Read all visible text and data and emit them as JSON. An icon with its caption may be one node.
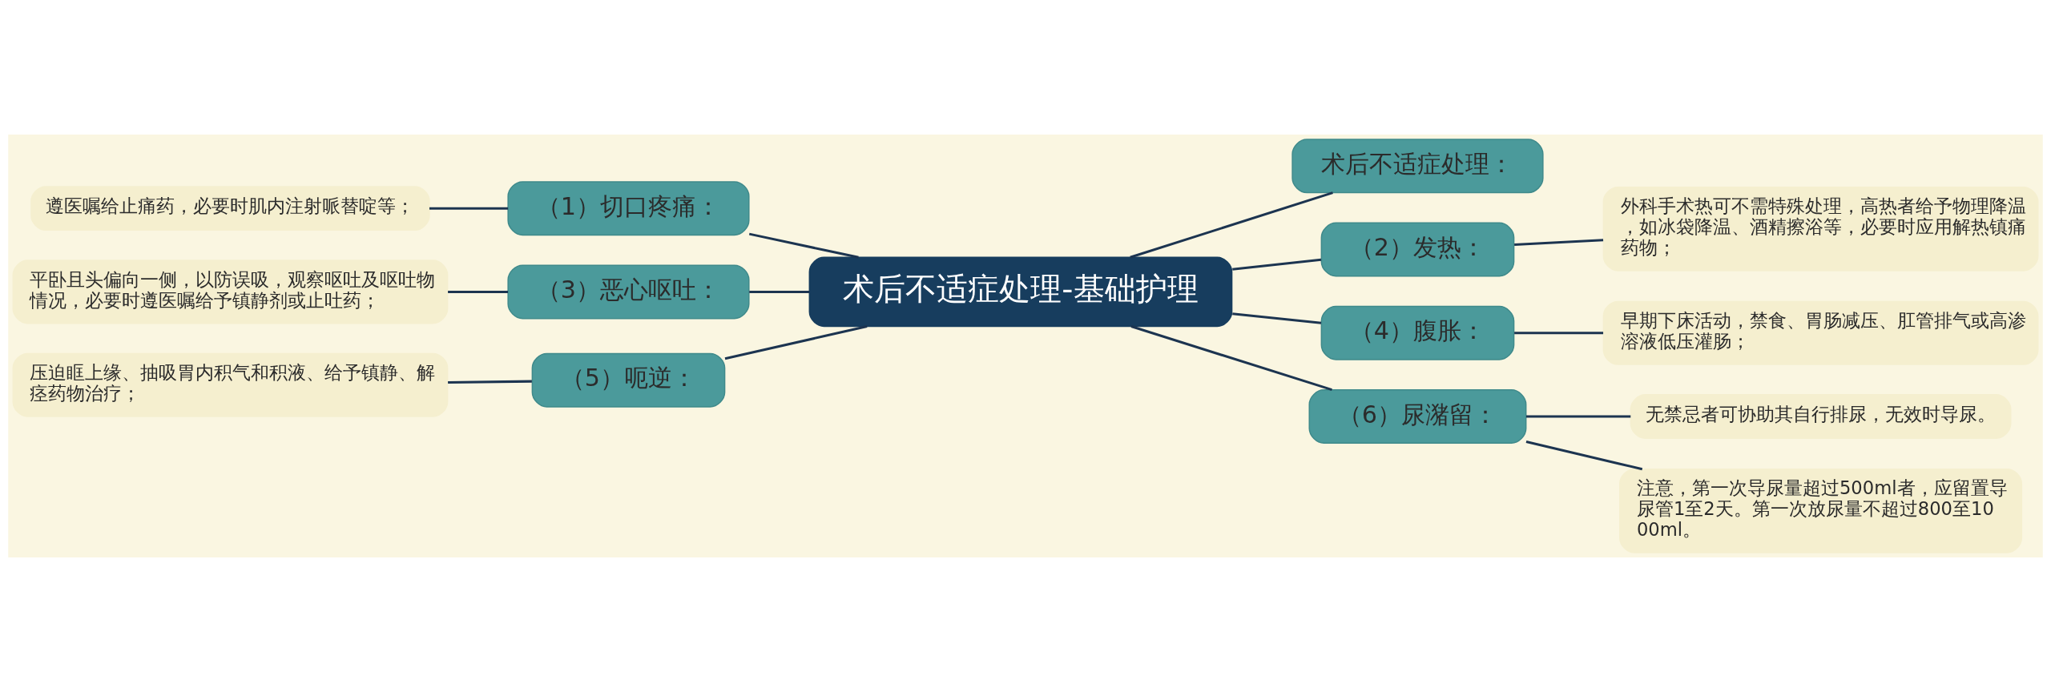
{
  "diagram": {
    "nodes": [
      {
        "text": [
          "术后不适症处理-基础护理"
        ]
      },
      {
        "text": [
          "术后不适症处理："
        ]
      },
      {
        "text": [
          "（1）切口疼痛："
        ]
      },
      {
        "text": [
          "遵医嘱给止痛药，必要时肌内注射哌替啶等；"
        ]
      },
      {
        "text": [
          "（2）发热："
        ]
      },
      {
        "text": [
          "外科手术热可不需特殊处理，高热者给予物理降温，如冰袋降温、酒精擦浴等，必要时应用解热镇痛药物；"
        ]
      },
      {
        "text": [
          "（3）恶心呕吐："
        ]
      },
      {
        "text": [
          "平卧且头偏向一侧，以防误吸，观察呕吐及呕吐物情况，必要时遵医嘱给予镇静剂或止吐药；"
        ]
      },
      {
        "text": [
          "（4）腹胀："
        ]
      },
      {
        "text": [
          "早期下床活动，禁食、胃肠减压、肛管排气或高渗溶液低压灌肠；"
        ]
      },
      {
        "text": [
          "（5）呃逆："
        ]
      },
      {
        "text": [
          "压迫眶上缘、抽吸胃内积气和积液、给予镇静、解痉药物治疗；"
        ]
      },
      {
        "text": [
          "（6）尿潴留："
        ]
      },
      {
        "text": [
          "无禁忌者可协助其自行排尿，无效时导尿。"
        ]
      },
      {
        "text": [
          "注意，第一次导尿量超过500ml者，应留置导尿管1至2天。第一次放尿量不超过800至1000ml。"
        ]
      }
    ],
    "edges": [
      {
        "from": 0,
        "to": 1,
        "arrow": "none"
      },
      {
        "from": 0,
        "to": 2,
        "arrow": "none"
      },
      {
        "from": 2,
        "to": 3,
        "arrow": "none"
      },
      {
        "from": 0,
        "to": 4,
        "arrow": "none"
      },
      {
        "from": 4,
        "to": 5,
        "arrow": "none"
      },
      {
        "from": 0,
        "to": 6,
        "arrow": "none"
      },
      {
        "from": 6,
        "to": 7,
        "arrow": "none"
      },
      {
        "from": 0,
        "to": 8,
        "arrow": "none"
      },
      {
        "from": 8,
        "to": 9,
        "arrow": "none"
      },
      {
        "from": 0,
        "to": 10,
        "arrow": "none"
      },
      {
        "from": 10,
        "to": 11,
        "arrow": "none"
      },
      {
        "from": 0,
        "to": 12,
        "arrow": "none"
      },
      {
        "from": 12,
        "to": 13,
        "arrow": "none"
      },
      {
        "from": 12,
        "to": 14,
        "arrow": "none"
      }
    ]
  }
}
